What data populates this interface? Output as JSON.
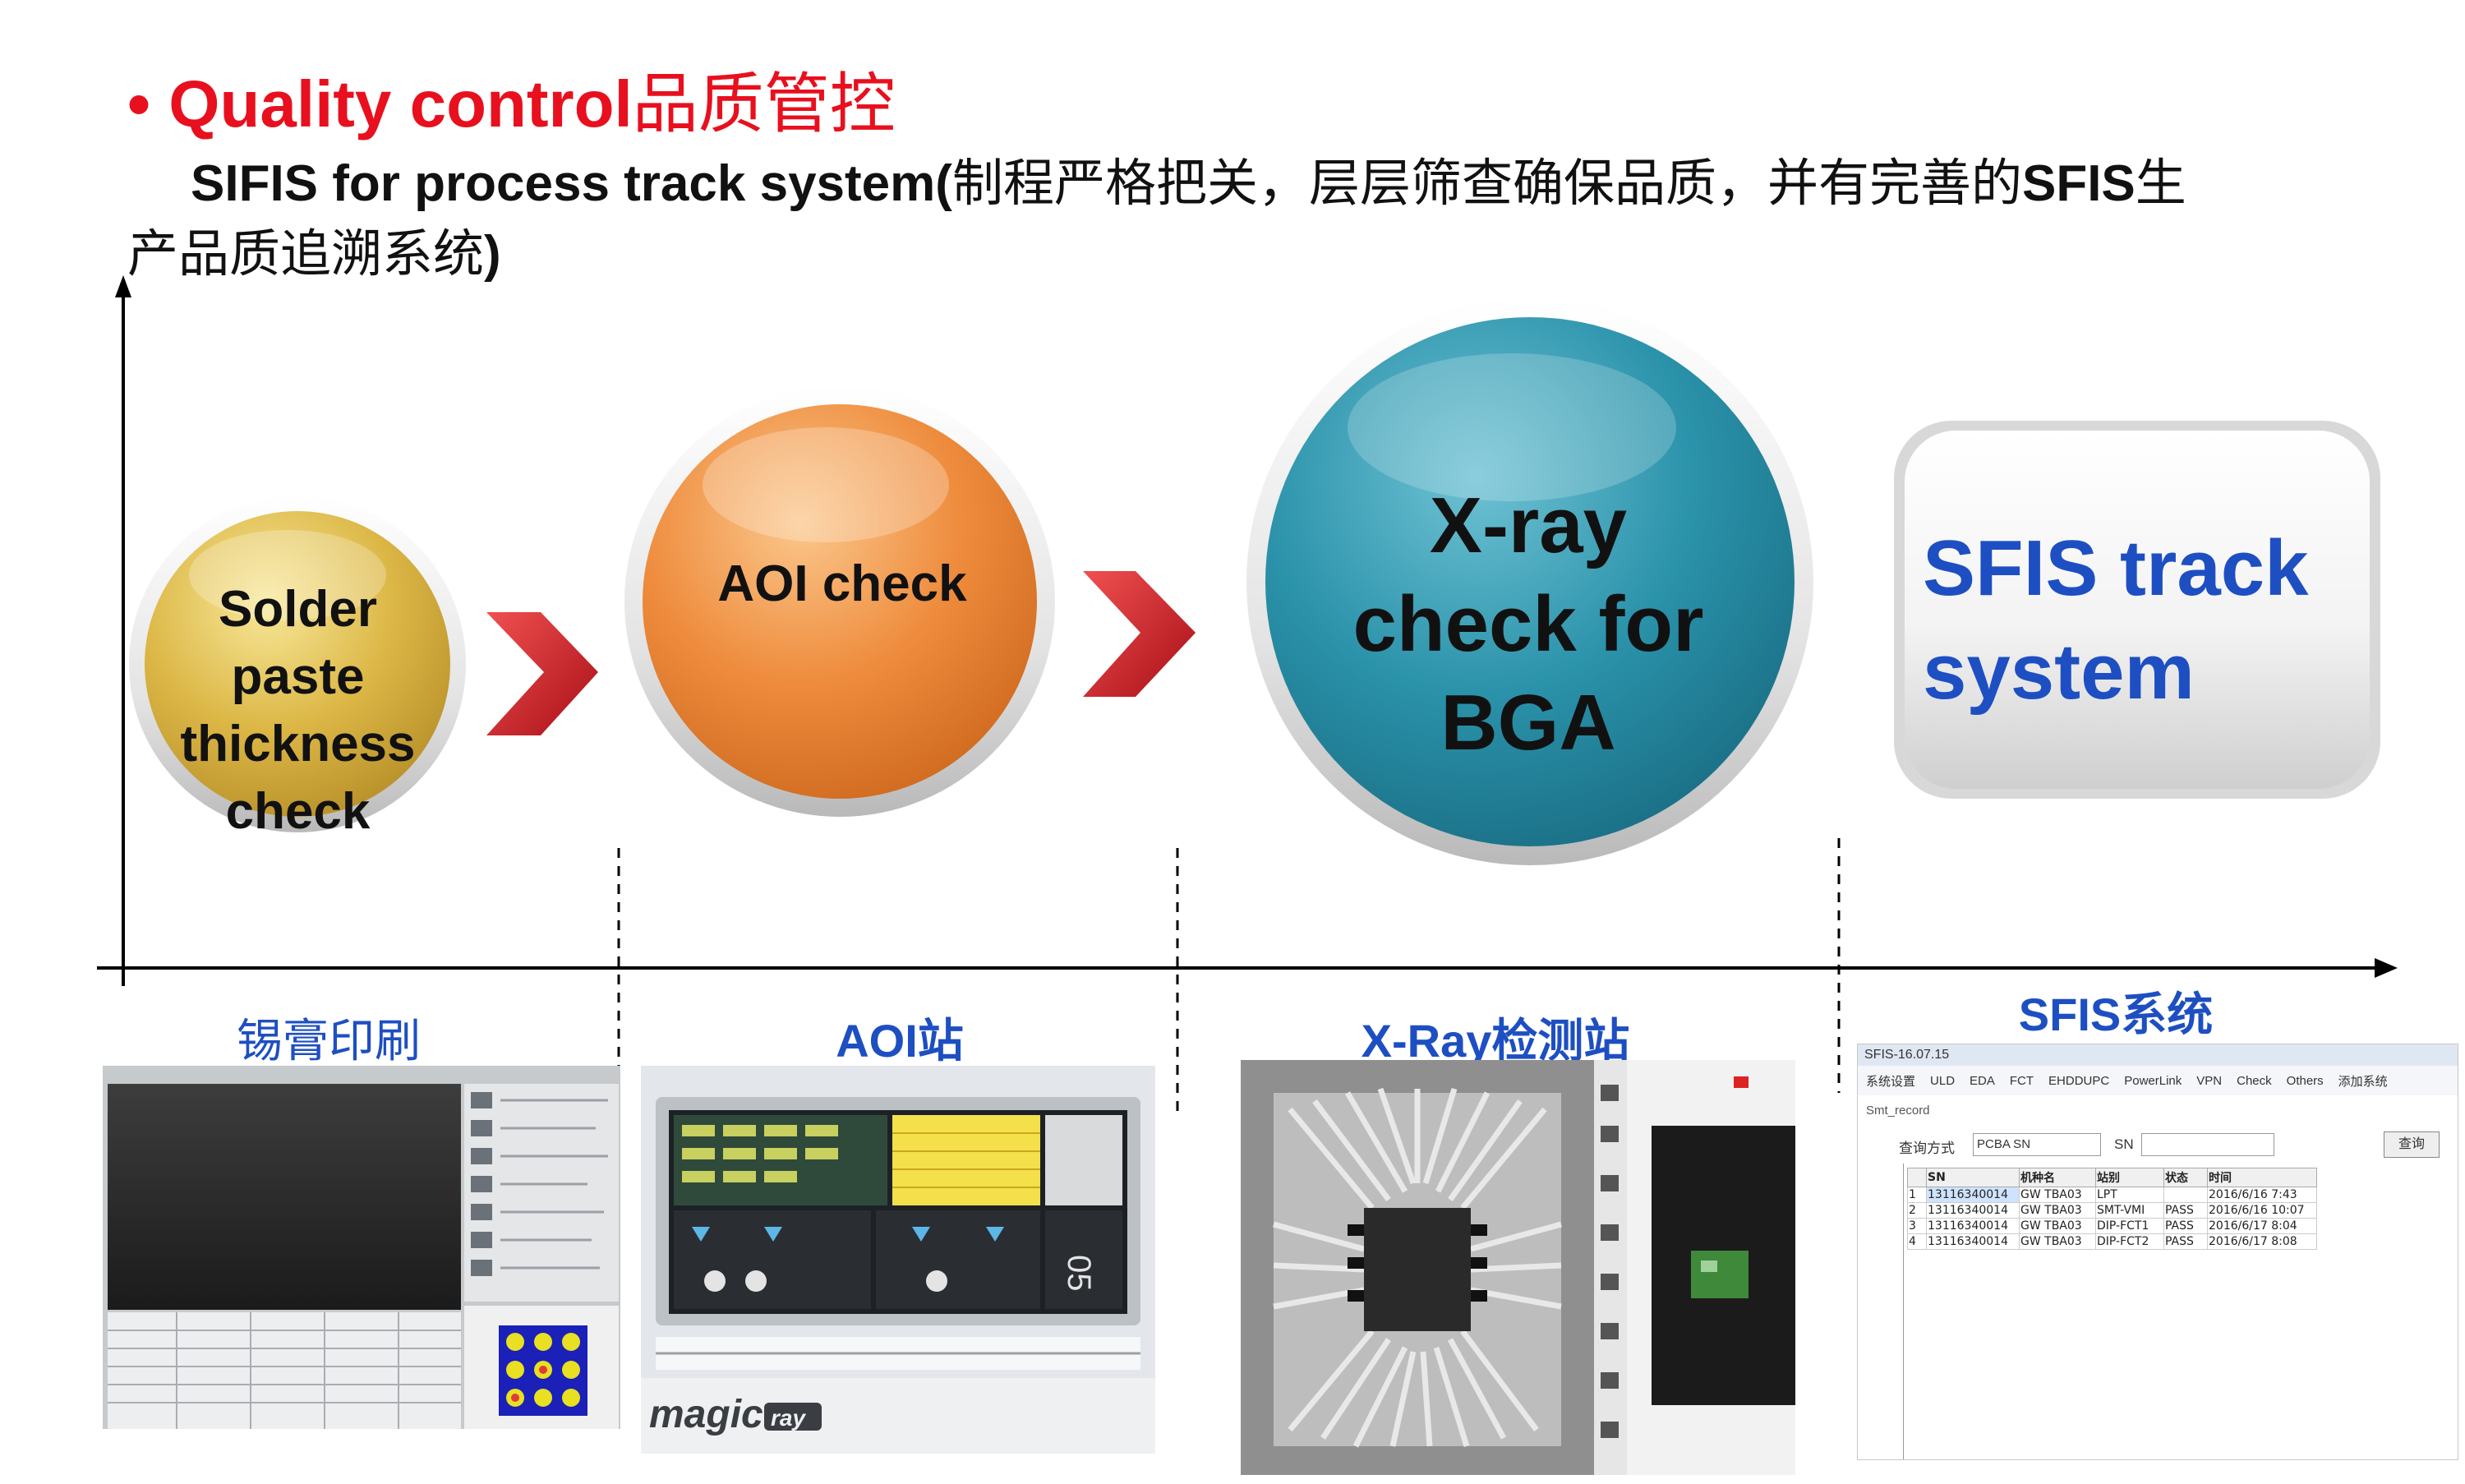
{
  "heading": {
    "bullet": "•",
    "title_en": "Quality control",
    "title_zh": "品质管控"
  },
  "subtitle": {
    "bold_1": "SIFIS for process track system(",
    "normal_1": "制程严格把关，层层筛查确保品质，并有完善的",
    "bold_2": "SFIS",
    "normal_2": "生",
    "line2_normal": "产品质追溯系统",
    "line2_bold": ")"
  },
  "stages": [
    {
      "label": "Solder paste thickness check",
      "caption": "锡膏印刷",
      "color": "#d9b43b"
    },
    {
      "label": "AOI  check",
      "caption": "AOI站",
      "color": "#ee8a3a"
    },
    {
      "label": "X-ray check for BGA",
      "caption": "X-Ray检测站",
      "color": "#2a90a8"
    },
    {
      "label": "SFIS track system",
      "caption": "SFIS系统",
      "color": "#1e4fc2"
    }
  ],
  "photos": {
    "aoi_brand": "magic",
    "aoi_brand_tag": "ray",
    "aoi_digits": "05",
    "sfis_window_title": "SFIS-16.07.15",
    "sfis_menu": [
      "系统设置",
      "ULD",
      "EDA",
      "FCT",
      "EHDDUPC",
      "PowerLink",
      "VPN",
      "Check",
      "Others",
      "添加系统"
    ],
    "sfis_subwindow": "Smt_record",
    "sfis_query_label": "查询方式",
    "sfis_query_value": "PCBA SN",
    "sfis_sn_label": "SN",
    "sfis_query_button": "查询",
    "sfis_columns": [
      "SN",
      "机种名",
      "站别",
      "状态",
      "时间"
    ],
    "sfis_rows": [
      [
        "1",
        "13116340014",
        "GW TBA03",
        "LPT",
        "",
        "2016/6/16 7:43"
      ],
      [
        "2",
        "13116340014",
        "GW TBA03",
        "SMT-VMI",
        "PASS",
        "2016/6/16 10:07"
      ],
      [
        "3",
        "13116340014",
        "GW TBA03",
        "DIP-FCT1",
        "PASS",
        "2016/6/17 8:04"
      ],
      [
        "4",
        "13116340014",
        "GW TBA03",
        "DIP-FCT2",
        "PASS",
        "2016/6/17 8:08"
      ]
    ]
  }
}
